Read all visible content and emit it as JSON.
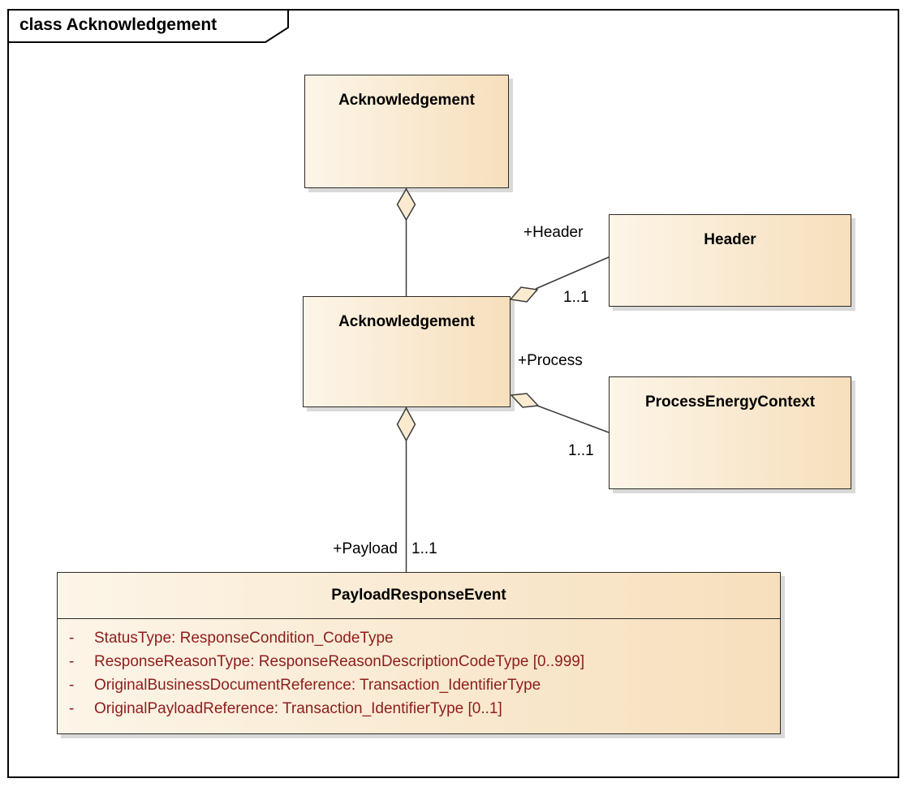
{
  "frame": {
    "title": "class Acknowledgement"
  },
  "nodes": {
    "acknowledgement_top": {
      "name": "Acknowledgement"
    },
    "acknowledgement_mid": {
      "name": "Acknowledgement"
    },
    "header": {
      "name": "Header"
    },
    "process_energy_context": {
      "name": "ProcessEnergyContext"
    },
    "payload_response_event": {
      "name": "PayloadResponseEvent",
      "attributes": [
        {
          "visibility": "-",
          "text": "StatusType: ResponseCondition_CodeType"
        },
        {
          "visibility": "-",
          "text": "ResponseReasonType: ResponseReasonDescriptionCodeType [0..999]"
        },
        {
          "visibility": "-",
          "text": "OriginalBusinessDocumentReference: Transaction_IdentifierType"
        },
        {
          "visibility": "-",
          "text": "OriginalPayloadReference: Transaction_IdentifierType [0..1]"
        }
      ]
    }
  },
  "associations": {
    "header": {
      "role": "+Header",
      "multiplicity": "1..1"
    },
    "process": {
      "role": "+Process",
      "multiplicity": "1..1"
    },
    "payload": {
      "role": "+Payload",
      "multiplicity": "1..1"
    }
  },
  "colors": {
    "fill-light": "#fdf5e8",
    "fill-dark": "#f6dfbc",
    "fill-diamond": "#faeacf",
    "border": "#2e2b26",
    "line": "#3a3a3a",
    "shadow": "#d9d9d9",
    "attribute-text": "#8e1d1d",
    "text": "#000000"
  }
}
